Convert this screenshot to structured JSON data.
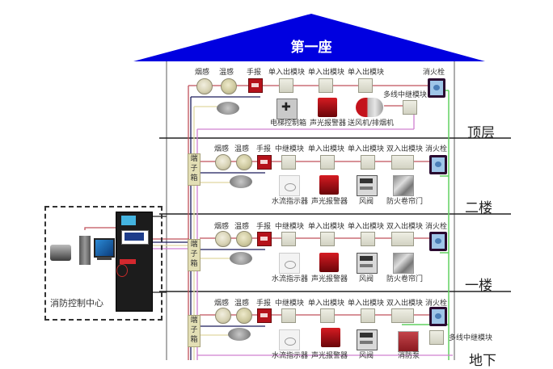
{
  "building": {
    "title": "第一座",
    "roof_color": "#0000e0"
  },
  "floors": [
    {
      "name": "顶层",
      "labels": {
        "smoke": "烟感",
        "heat": "温感",
        "manual": "手报",
        "m1": "单入出模块",
        "m2": "单入出模块",
        "m3": "单入出模块",
        "hydrant": "消火栓",
        "multi": "多线中继模块"
      },
      "devices": [
        "电梯控制箱",
        "声光报警器",
        "送风机/排烟机"
      ]
    },
    {
      "name": "二楼",
      "terminal": "端子箱",
      "labels": {
        "smoke": "烟感",
        "heat": "温感",
        "manual": "手报",
        "m1": "中继模块",
        "m2": "单入出模块",
        "m3": "单入出模块",
        "m4": "双入出模块",
        "hydrant": "消火栓"
      },
      "devices": [
        "水流指示器",
        "声光报警器",
        "风阀",
        "防火卷帘门"
      ]
    },
    {
      "name": "一楼",
      "terminal": "端子箱",
      "labels": {
        "smoke": "烟感",
        "heat": "温感",
        "manual": "手报",
        "m1": "中继模块",
        "m2": "单入出模块",
        "m3": "单入出模块",
        "m4": "双入出模块",
        "hydrant": "消火栓"
      },
      "devices": [
        "水流指示器",
        "声光报警器",
        "风阀",
        "防火卷帘门"
      ]
    },
    {
      "name": "地下",
      "terminal": "端子箱",
      "labels": {
        "smoke": "烟感",
        "heat": "温感",
        "manual": "手报",
        "m1": "中继模块",
        "m2": "单入出模块",
        "m3": "单入出模块",
        "m4": "双入出模块",
        "hydrant": "消火栓",
        "multi": "多线中继模块"
      },
      "devices": [
        "水流指示器",
        "声光报警器",
        "风阀",
        "消防泵"
      ]
    }
  ],
  "control_center": {
    "label": "消防控制中心"
  },
  "colors": {
    "bus_red": "#c0505a",
    "bus_navy": "#1a1a5a",
    "bus_yellow": "#e0d8a0",
    "bus_pink": "#d080d0",
    "water_green": "#60d060",
    "floor_line": "#222222"
  }
}
